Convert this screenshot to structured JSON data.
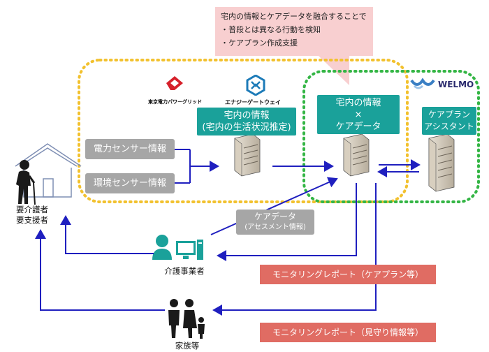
{
  "callout": {
    "line1": "宅内の情報とケアデータを融合することで",
    "line2": "・普段とは異なる行動を検知",
    "line3": "・ケアプラン作成支援"
  },
  "logos": {
    "tepco": "東京電力パワーグリッド",
    "energy_gateway": "エナジーゲートウェイ",
    "welmo": "WELMO"
  },
  "boxes": {
    "home_info_line1": "宅内の情報",
    "home_info_line2": "(宅内の生活状況推定)",
    "fusion_line1": "宅内の情報",
    "fusion_line2": "×",
    "fusion_line3": "ケアデータ",
    "careplan_line1": "ケアプラン",
    "careplan_line2": "アシスタント"
  },
  "sensors": {
    "power": "電力センサー情報",
    "environment": "環境センサー情報"
  },
  "care_data": {
    "line1": "ケアデータ",
    "line2": "(アセスメント情報)"
  },
  "reports": {
    "careplan": "モニタリングレポート（ケアプラン等）",
    "watch": "モニタリングレポート（見守り情報等）"
  },
  "actors": {
    "care_recipient_line1": "要介護者",
    "care_recipient_line2": "要支援者",
    "care_provider": "介護事業者",
    "family": "家族等"
  },
  "colors": {
    "yellow_border": "#f2c12e",
    "green_border": "#33b544",
    "teal": "#1aa19a",
    "arrow_blue": "#1f1fbf",
    "report_red": "#e06c63",
    "callout_pink": "#f8cfd0",
    "sensor_gray": "#a6a6a6"
  }
}
